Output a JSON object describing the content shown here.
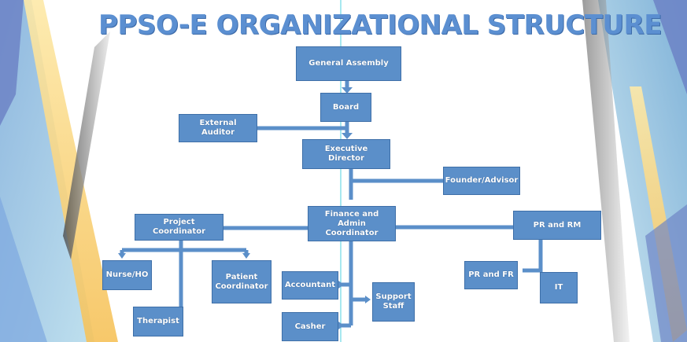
{
  "title": "PPSO-E ORGANIZATIONAL STRUCTURE",
  "nodes": {
    "general_assembly": "General Assembly",
    "board": "Board",
    "external_auditor": "External Auditor",
    "executive_director": "Executive Director",
    "founder_advisor": "Founder/Advisor",
    "finance_admin": "Finance and Admin Coordinator",
    "project_coordinator": "Project Coordinator",
    "pr_rm": "PR and RM",
    "nurse_ho": "Nurse/HO",
    "patient_coordinator": "Patient Coordinator",
    "therapist": "Therapist",
    "accountant": "Accountant",
    "support_staff": "Support Staff",
    "casher": "Casher",
    "pr_fr": "PR and FR",
    "it": "IT"
  },
  "colors": {
    "box_fill": "#5b8fc9",
    "box_border": "#3e6fa8",
    "title": "#5b8fd1",
    "connector": "#5b8fc9"
  }
}
